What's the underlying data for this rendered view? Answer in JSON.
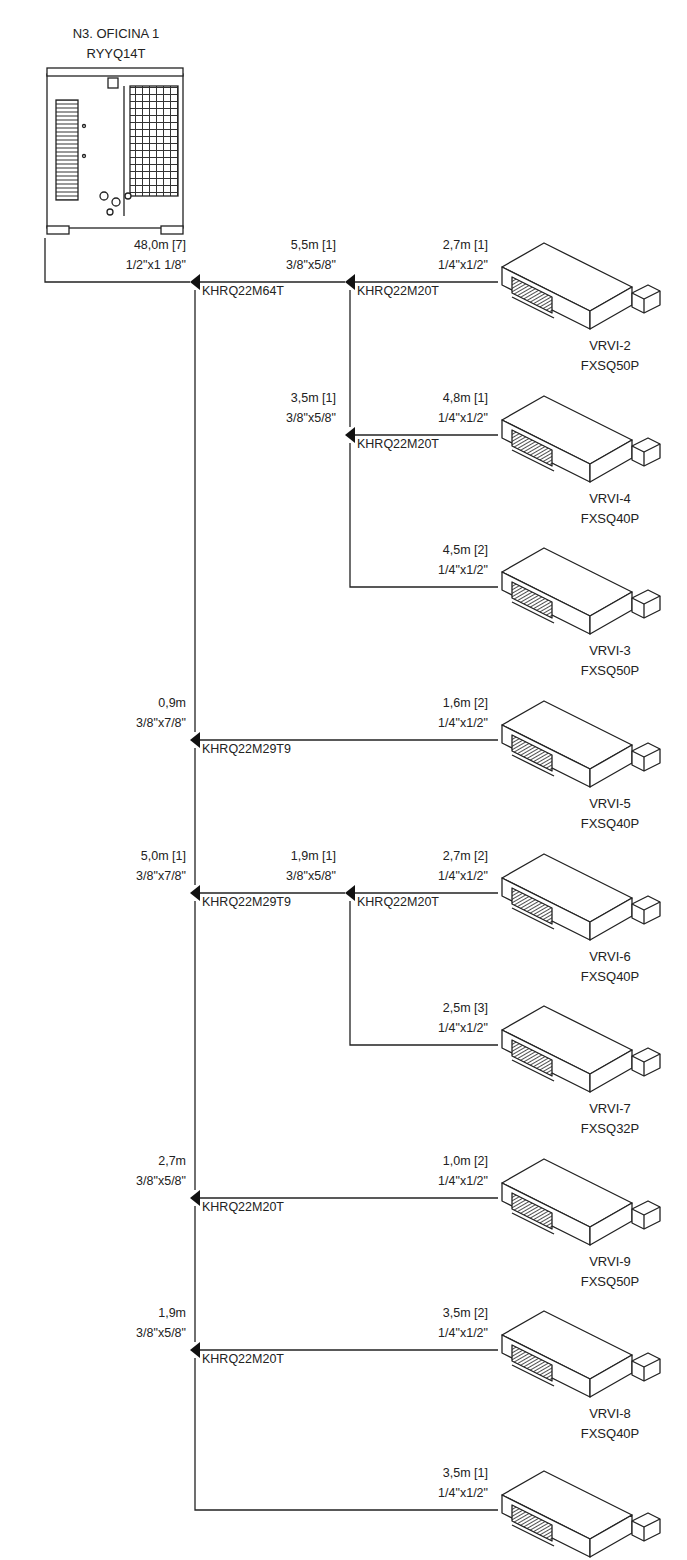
{
  "diagram": {
    "nodes": [
      {
        "text": [
          "N3. OFICINA 1",
          "RYYQ14T"
        ]
      },
      {
        "text": [
          "KHRQ22M64T"
        ]
      },
      {
        "text": [
          "KHRQ22M20T"
        ]
      },
      {
        "text": [
          "VRVI-2",
          "FXSQ50P"
        ]
      },
      {
        "text": [
          "KHRQ22M20T"
        ]
      },
      {
        "text": [
          "VRVI-4",
          "FXSQ40P"
        ]
      },
      {
        "text": [
          "VRVI-3",
          "FXSQ50P"
        ]
      },
      {
        "text": [
          "KHRQ22M29T9"
        ]
      },
      {
        "text": [
          "VRVI-5",
          "FXSQ40P"
        ]
      },
      {
        "text": [
          "KHRQ22M29T9"
        ]
      },
      {
        "text": [
          "KHRQ22M20T"
        ]
      },
      {
        "text": [
          "VRVI-6",
          "FXSQ40P"
        ]
      },
      {
        "text": [
          "VRVI-7",
          "FXSQ32P"
        ]
      },
      {
        "text": [
          "KHRQ22M20T"
        ]
      },
      {
        "text": [
          "VRVI-9",
          "FXSQ50P"
        ]
      },
      {
        "text": [
          "KHRQ22M20T"
        ]
      },
      {
        "text": [
          "VRVI-8",
          "FXSQ40P"
        ]
      }
    ],
    "edges": [
      {
        "from": 0,
        "to": 1,
        "arrow": "none"
      },
      {
        "from": 1,
        "to": 2,
        "arrow": "none"
      },
      {
        "from": 2,
        "to": 3,
        "arrow": "none"
      },
      {
        "from": 2,
        "to": 4,
        "arrow": "none"
      },
      {
        "from": 4,
        "to": 5,
        "arrow": "none"
      },
      {
        "from": 4,
        "to": 6,
        "arrow": "none"
      },
      {
        "from": 1,
        "to": 7,
        "arrow": "none"
      },
      {
        "from": 7,
        "to": 8,
        "arrow": "none"
      },
      {
        "from": 7,
        "to": 9,
        "arrow": "none"
      },
      {
        "from": 9,
        "to": 10,
        "arrow": "none"
      },
      {
        "from": 10,
        "to": 11,
        "arrow": "none"
      },
      {
        "from": 10,
        "to": 12,
        "arrow": "none"
      },
      {
        "from": 9,
        "to": 13,
        "arrow": "none"
      },
      {
        "from": 13,
        "to": 14,
        "arrow": "none"
      },
      {
        "from": 13,
        "to": 15,
        "arrow": "none"
      },
      {
        "from": 15,
        "to": 16,
        "arrow": "none"
      }
    ],
    "labels": [
      "48,0m [7]",
      "1/2\"x1 1/8\"",
      "5,5m [1]",
      "3/8\"x5/8\"",
      "2,7m [1]",
      "1/4\"x1/2\"",
      "3,5m [1]",
      "3/8\"x5/8\"",
      "4,8m [1]",
      "1/4\"x1/2\"",
      "4,5m [2]",
      "1/4\"x1/2\"",
      "0,9m",
      "3/8\"x7/8\"",
      "1,6m [2]",
      "1/4\"x1/2\"",
      "5,0m [1]",
      "3/8\"x7/8\"",
      "1,9m [1]",
      "3/8\"x5/8\"",
      "2,7m [2]",
      "1/4\"x1/2\"",
      "2,5m [3]",
      "1/4\"x1/2\"",
      "2,7m",
      "3/8\"x5/8\"",
      "1,0m [2]",
      "1/4\"x1/2\"",
      "1,9m",
      "3/8\"x5/8\"",
      "3,5m [2]",
      "1/4\"x1/2\"",
      "3,5m [1]",
      "1/4\"x1/2\""
    ]
  }
}
